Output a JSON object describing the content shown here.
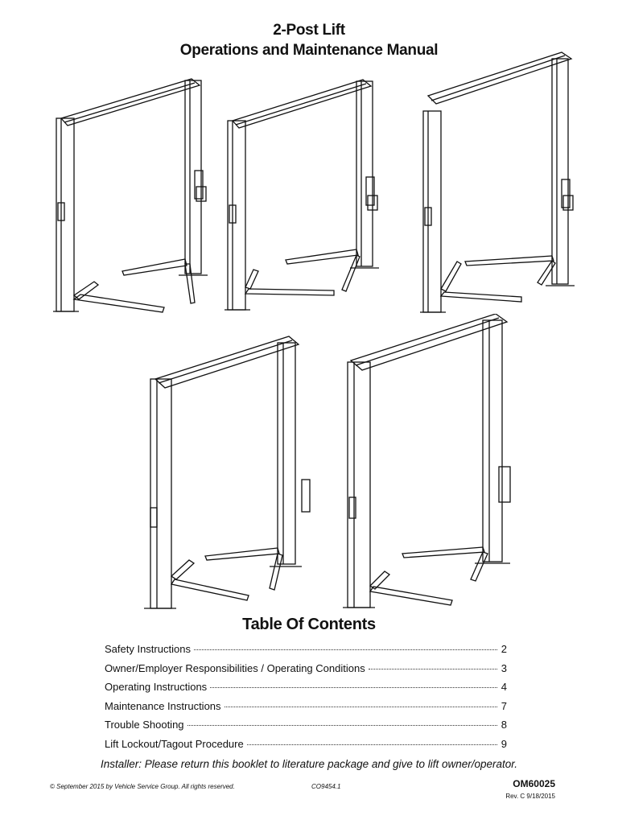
{
  "header": {
    "title_line1": "2-Post Lift",
    "title_line2": "Operations and Maintenance Manual"
  },
  "figures": [
    {
      "name": "lift-illustration-1",
      "icon": "two-post-lift-icon"
    },
    {
      "name": "lift-illustration-2",
      "icon": "two-post-lift-icon"
    },
    {
      "name": "lift-illustration-3",
      "icon": "two-post-lift-icon"
    },
    {
      "name": "lift-illustration-4",
      "icon": "two-post-lift-icon"
    },
    {
      "name": "lift-illustration-5",
      "icon": "two-post-lift-icon"
    }
  ],
  "toc": {
    "heading": "Table Of Contents",
    "entries": [
      {
        "label": "Safety Instructions",
        "page": "2"
      },
      {
        "label": "Owner/Employer Responsibilities / Operating Conditions",
        "page": "3"
      },
      {
        "label": "Operating Instructions",
        "page": "4"
      },
      {
        "label": "Maintenance Instructions",
        "page": "7"
      },
      {
        "label": "Trouble Shooting",
        "page": "8"
      },
      {
        "label": "Lift Lockout/Tagout Procedure",
        "page": "9"
      }
    ]
  },
  "installer_note": "Installer:  Please return this booklet to literature package and give to lift owner/operator.",
  "footer": {
    "copyright": "© September 2015 by Vehicle Service Group.  All rights reserved.",
    "code": "CO9454.1",
    "doc_number": "OM60025",
    "revision": "Rev. C  9/18/2015"
  }
}
